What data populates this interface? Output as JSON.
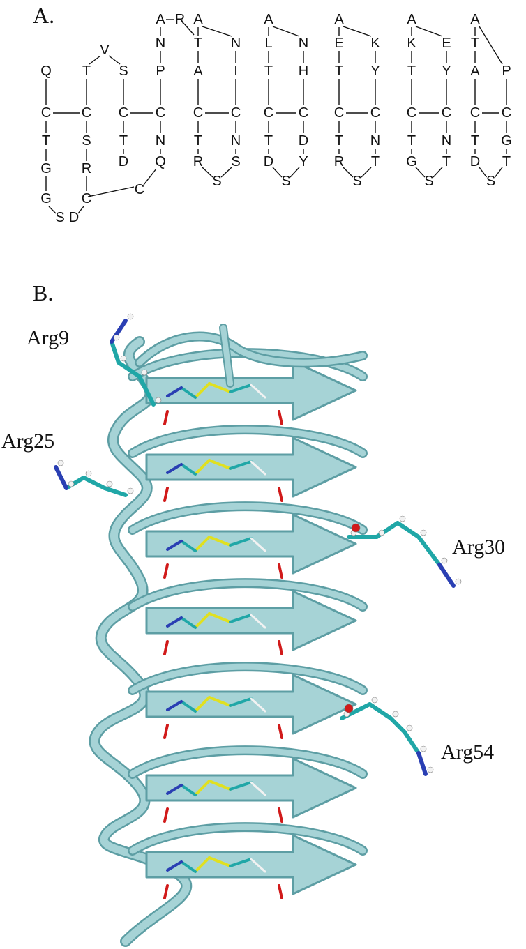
{
  "panels": {
    "a": "A.",
    "b": "B."
  },
  "colors": {
    "ribbon": "#a6d3d6",
    "ribbon_edge": "#5d9ea4",
    "carbon": "#20a7a7",
    "nitrogen": "#2a3fb3",
    "oxygen": "#d11a1a",
    "hydrogen": "#f2f2f2",
    "sulfur": "#e0e020"
  },
  "sequence": {
    "columns": [
      [
        "G",
        "G",
        "T",
        "C",
        "Q"
      ],
      [
        "C",
        "R",
        "S",
        "C",
        "T"
      ],
      [
        "D",
        "T",
        "C",
        "S"
      ],
      [
        "Q",
        "N",
        "C",
        "P",
        "N",
        "A"
      ],
      [
        "R",
        "T",
        "C",
        "A",
        "T",
        "A"
      ],
      [
        "S",
        "N",
        "C",
        "I",
        "N"
      ],
      [
        "D",
        "T",
        "C",
        "T",
        "L",
        "A"
      ],
      [
        "Y",
        "D",
        "C",
        "H",
        "N"
      ],
      [
        "R",
        "T",
        "C",
        "T",
        "E",
        "A"
      ],
      [
        "T",
        "N",
        "C",
        "Y",
        "K"
      ],
      [
        "G",
        "T",
        "C",
        "T",
        "K",
        "A"
      ],
      [
        "T",
        "N",
        "C",
        "Y",
        "E"
      ],
      [
        "D",
        "T",
        "C",
        "A",
        "T",
        "A"
      ],
      [
        "T",
        "G",
        "C",
        "P"
      ]
    ],
    "extra": {
      "apex1": "V",
      "bottom1": [
        "S",
        "D"
      ],
      "c_link": "C",
      "apex_ar": "R"
    }
  },
  "labels": {
    "arg9": "Arg9",
    "arg25": "Arg25",
    "arg30": "Arg30",
    "arg54": "Arg54"
  }
}
